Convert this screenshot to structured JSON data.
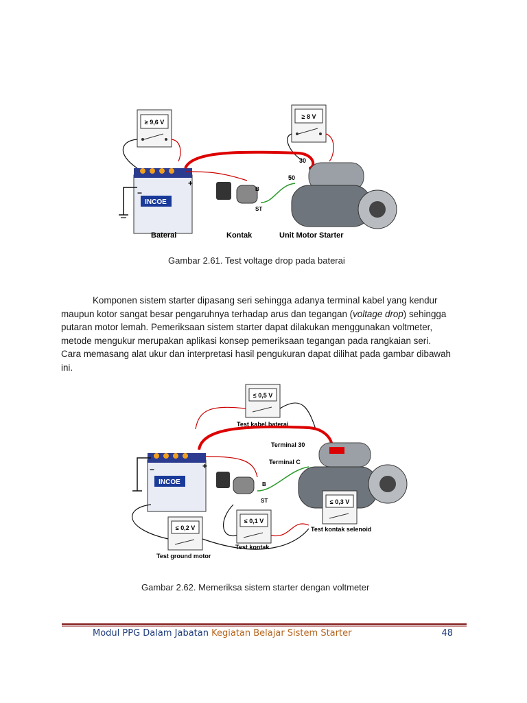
{
  "figure1": {
    "meter_battery": "≥ 9,6 V",
    "meter_starter": "≥ 8 V",
    "terminal_30": "30",
    "terminal_50": "50",
    "terminal_b": "B",
    "terminal_st": "ST",
    "battery_brand": "INCOE",
    "label_baterai": "Baterai",
    "label_kontak": "Kontak",
    "label_motor": "Unit Motor Starter",
    "plus": "+",
    "minus": "−",
    "caption": "Gambar 2.61.  Test voltage drop pada baterai"
  },
  "paragraph": {
    "lines": [
      "Komponen sistem starter dipasang seri sehingga adanya terminal kabel yang kendur",
      "maupun kotor sangat besar pengaruhnya  terhadap arus dan tegangan (",
      "putaran motor lemah.  Pemeriksaan sistem starter dapat dilakukan menggunakan voltmeter,",
      "metode mengukur merupakan aplikasi konsep pemeriksaan tegangan pada rangkaian seri.",
      "Cara memasang alat ukur dan interpretasi hasil pengukuran dapat dilihat pada gambar dibawah",
      "ini."
    ],
    "italic": "voltage drop",
    "line2_end": ") sehingga"
  },
  "figure2": {
    "meter_cable": "≤ 0,5 V",
    "label_cable": "Test kabel baterai",
    "meter_ground": "≤ 0,2 V",
    "label_ground": "Test ground motor",
    "meter_kontak": "≤ 0,1 V",
    "label_kontak": "Test  kontak",
    "meter_solenoid": "≤ 0,3 V",
    "label_solenoid": "Test kontak selenoid",
    "terminal_30": "Terminal 30",
    "terminal_c": "Terminal C",
    "terminal_b": "B",
    "terminal_st": "ST",
    "battery_brand": "INCOE",
    "plus": "+",
    "minus": "−",
    "caption": "Gambar 2.62.  Memeriksa sistem starter dengan voltmeter"
  },
  "footer": {
    "left": "Modul PPG Dalam Jabatan ",
    "right": "Kegiatan Belajar Sistem Starter",
    "page": "48"
  }
}
